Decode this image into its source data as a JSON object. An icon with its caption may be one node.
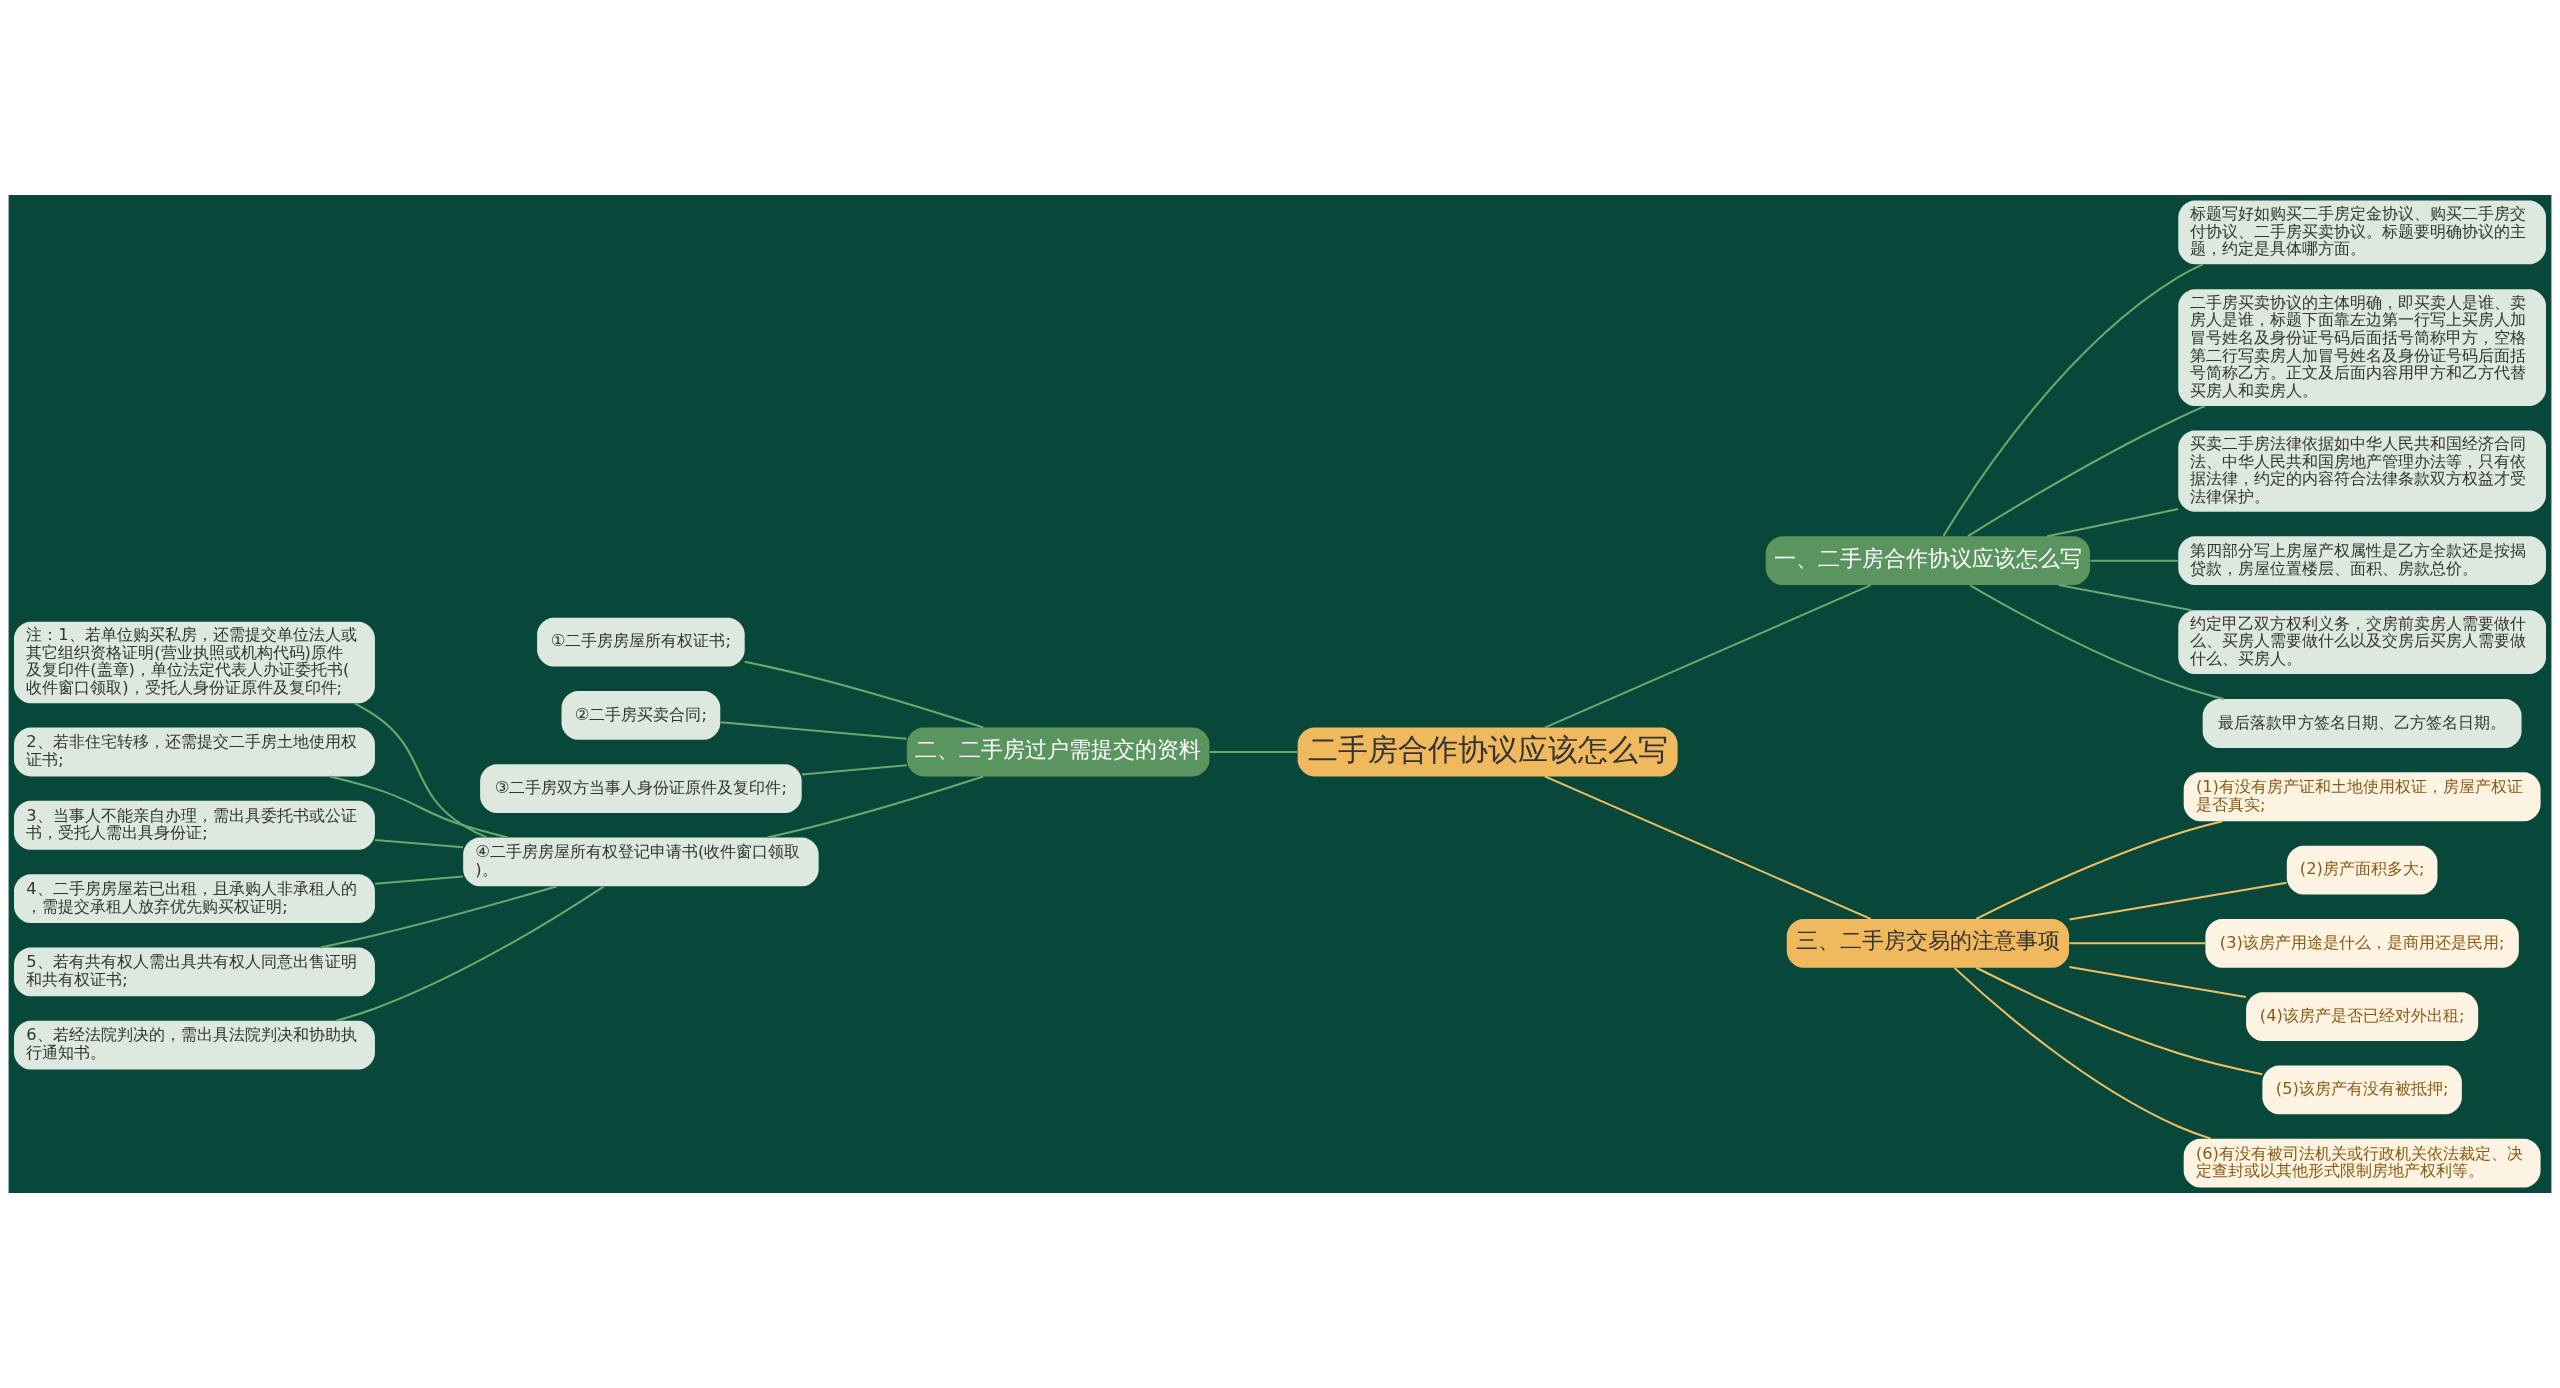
{
  "diagram": {
    "nodes": [
      {
        "text": [
          "二手房合作协议应该怎么写"
        ]
      },
      {
        "text": [
          "一、二手房合作协议应该怎么写"
        ]
      },
      {
        "text": [
          "标题写好如购买二手房定金协议、购买二手房交付协议、二手房买卖协议。标题要明确协议的主题，约定是具体哪方面。"
        ]
      },
      {
        "text": [
          "二手房买卖协议的主体明确，即买卖人是谁、卖房人是谁，标题下面靠左边第一行写上买房人加冒号姓名及身份证号码后面括号简称甲方，空格第二行写卖房人加冒号姓名及身份证号码后面括号简称乙方。正文及后面内容用甲方和乙方代替买房人和卖房人。"
        ]
      },
      {
        "text": [
          "买卖二手房法律依据如中华人民共和国经济合同法、中华人民共和国房地产管理办法等，只有依据法律，约定的内容符合法律条款双方权益才受法律保护。"
        ]
      },
      {
        "text": [
          "第四部分写上房屋产权属性是乙方全款还是按揭贷款，房屋位置楼层、面积、房款总价。"
        ]
      },
      {
        "text": [
          "约定甲乙双方权利义务，交房前卖房人需要做什么、买房人需要做什么以及交房后买房人需要做什么、买房人。"
        ]
      },
      {
        "text": [
          "最后落款甲方签名日期、乙方签名日期。"
        ]
      },
      {
        "text": [
          "二、二手房过户需提交的资料"
        ]
      },
      {
        "text": [
          "①二手房房屋所有权证书;"
        ]
      },
      {
        "text": [
          "②二手房买卖合同;"
        ]
      },
      {
        "text": [
          "③二手房双方当事人身份证原件及复印件;"
        ]
      },
      {
        "text": [
          "④二手房房屋所有权登记申请书(收件窗口领取)。"
        ]
      },
      {
        "text": [
          "注：1、若单位购买私房，还需提交单位法人或其它组织资格证明(营业执照或机构代码)原件及复印件(盖章)，单位法定代表人办证委托书(收件窗口领取)，受托人身份证原件及复印件;"
        ]
      },
      {
        "text": [
          "2、若非住宅转移，还需提交二手房土地使用权证书;"
        ]
      },
      {
        "text": [
          "3、当事人不能亲自办理，需出具委托书或公证书，受托人需出具身份证;"
        ]
      },
      {
        "text": [
          "4、二手房房屋若已出租，且承购人非承租人的，需提交承租人放弃优先购买权证明;"
        ]
      },
      {
        "text": [
          "5、若有共有权人需出具共有权人同意出售证明和共有权证书;"
        ]
      },
      {
        "text": [
          "6、若经法院判决的，需出具法院判决和协助执行通知书。"
        ]
      },
      {
        "text": [
          "三、二手房交易的注意事项"
        ]
      },
      {
        "text": [
          "(1)有没有房产证和土地使用权证，房屋产权证是否真实;"
        ]
      },
      {
        "text": [
          "(2)房产面积多大;"
        ]
      },
      {
        "text": [
          "(3)该房产用途是什么，是商用还是民用;"
        ]
      },
      {
        "text": [
          "(4)该房产是否已经对外出租;"
        ]
      },
      {
        "text": [
          "(5)该房产有没有被抵押;"
        ]
      },
      {
        "text": [
          "(6)有没有被司法机关或行政机关依法裁定、决定查封或以其他形式限制房地产权利等。"
        ]
      }
    ],
    "edges": [
      {
        "from": 0,
        "to": 1,
        "arrow": "none"
      },
      {
        "from": 1,
        "to": 2,
        "arrow": "none"
      },
      {
        "from": 1,
        "to": 3,
        "arrow": "none"
      },
      {
        "from": 1,
        "to": 4,
        "arrow": "none"
      },
      {
        "from": 1,
        "to": 5,
        "arrow": "none"
      },
      {
        "from": 1,
        "to": 6,
        "arrow": "none"
      },
      {
        "from": 1,
        "to": 7,
        "arrow": "none"
      },
      {
        "from": 0,
        "to": 8,
        "arrow": "none"
      },
      {
        "from": 8,
        "to": 9,
        "arrow": "none"
      },
      {
        "from": 8,
        "to": 10,
        "arrow": "none"
      },
      {
        "from": 8,
        "to": 11,
        "arrow": "none"
      },
      {
        "from": 8,
        "to": 12,
        "arrow": "none"
      },
      {
        "from": 12,
        "to": 13,
        "arrow": "none"
      },
      {
        "from": 12,
        "to": 14,
        "arrow": "none"
      },
      {
        "from": 12,
        "to": 15,
        "arrow": "none"
      },
      {
        "from": 12,
        "to": 16,
        "arrow": "none"
      },
      {
        "from": 12,
        "to": 17,
        "arrow": "none"
      },
      {
        "from": 12,
        "to": 18,
        "arrow": "none"
      },
      {
        "from": 0,
        "to": 19,
        "arrow": "none",
        "color": "#f0c060"
      },
      {
        "from": 19,
        "to": 20,
        "arrow": "none",
        "color": "#f0c060"
      },
      {
        "from": 19,
        "to": 21,
        "arrow": "none",
        "color": "#f0c060"
      },
      {
        "from": 19,
        "to": 22,
        "arrow": "none",
        "color": "#f0c060"
      },
      {
        "from": 19,
        "to": 23,
        "arrow": "none",
        "color": "#f0c060"
      },
      {
        "from": 19,
        "to": 24,
        "arrow": "none",
        "color": "#f0c060"
      },
      {
        "from": 19,
        "to": 25,
        "arrow": "none",
        "color": "#f0c060"
      }
    ]
  }
}
